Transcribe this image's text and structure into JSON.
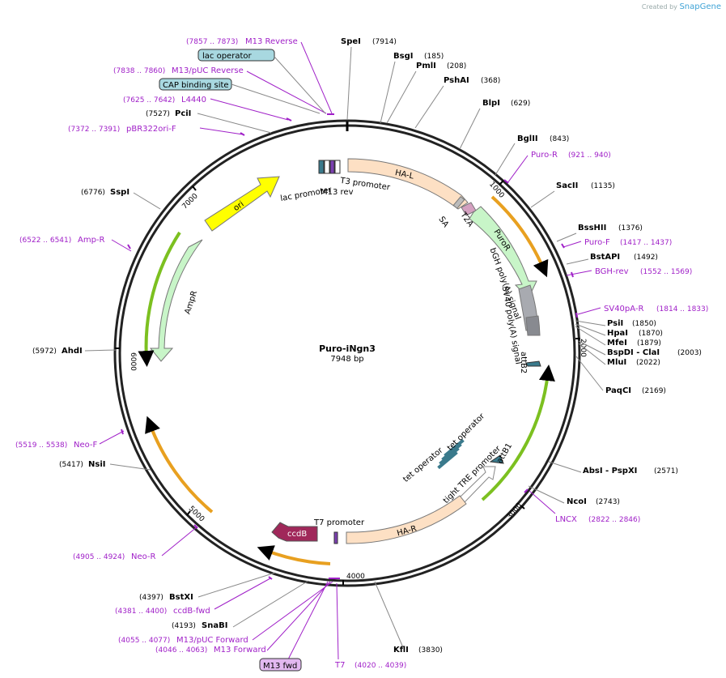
{
  "credit": {
    "prefix": "Created by",
    "brand": "SnapGene"
  },
  "plasmid": {
    "name": "Puro-iNgn3",
    "size_label": "7948 bp"
  },
  "enzymes": [
    {
      "name": "SpeI",
      "pos": "(7914)"
    },
    {
      "name": "BsgI",
      "pos": "(185)"
    },
    {
      "name": "PmlI",
      "pos": "(208)"
    },
    {
      "name": "PshAI",
      "pos": "(368)"
    },
    {
      "name": "BlpI",
      "pos": "(629)"
    },
    {
      "name": "BglII",
      "pos": "(843)"
    },
    {
      "name": "SacII",
      "pos": "(1135)"
    },
    {
      "name": "BssHII",
      "pos": "(1376)"
    },
    {
      "name": "BstAPI",
      "pos": "(1492)"
    },
    {
      "name": "PsiI",
      "pos": "(1850)"
    },
    {
      "name": "HpaI",
      "pos": "(1870)"
    },
    {
      "name": "MfeI",
      "pos": "(1879)"
    },
    {
      "name": "BspDI - ClaI",
      "pos": "(2003)"
    },
    {
      "name": "MluI",
      "pos": "(2022)"
    },
    {
      "name": "PaqCI",
      "pos": "(2169)"
    },
    {
      "name": "AbsI - PspXI",
      "pos": "(2571)"
    },
    {
      "name": "NcoI",
      "pos": "(2743)"
    },
    {
      "name": "KflI",
      "pos": "(3830)"
    },
    {
      "name": "SnaBI",
      "pos": "(4193)"
    },
    {
      "name": "BstXI",
      "pos": "(4397)"
    },
    {
      "name": "NsiI",
      "pos": "(5417)"
    },
    {
      "name": "AhdI",
      "pos": "(5972)"
    },
    {
      "name": "SspI",
      "pos": "(6776)"
    },
    {
      "name": "PciI",
      "pos": "(7527)"
    }
  ],
  "primers": [
    {
      "name": "M13 Reverse",
      "range": "(7857 .. 7873)"
    },
    {
      "name": "M13/pUC Reverse",
      "range": "(7838 .. 7860)"
    },
    {
      "name": "L4440",
      "range": "(7625 .. 7642)"
    },
    {
      "name": "pBR322ori-F",
      "range": "(7372 .. 7391)"
    },
    {
      "name": "Amp-R",
      "range": "(6522 .. 6541)"
    },
    {
      "name": "Neo-F",
      "range": "(5519 .. 5538)"
    },
    {
      "name": "Neo-R",
      "range": "(4905 .. 4924)"
    },
    {
      "name": "ccdB-fwd",
      "range": "(4381 .. 4400)"
    },
    {
      "name": "M13/pUC Forward",
      "range": "(4055 .. 4077)"
    },
    {
      "name": "M13 Forward",
      "range": "(4046 .. 4063)"
    },
    {
      "name": "T7",
      "range": "(4020 .. 4039)"
    },
    {
      "name": "Puro-R",
      "range": "(921 .. 940)"
    },
    {
      "name": "Puro-F",
      "range": "(1417 .. 1437)"
    },
    {
      "name": "BGH-rev",
      "range": "(1552 .. 1569)"
    },
    {
      "name": "SV40pA-R",
      "range": "(1814 .. 1833)"
    },
    {
      "name": "LNCX",
      "range": "(2822 .. 2846)"
    }
  ],
  "boxed_labels": [
    "lac operator",
    "CAP binding site",
    "M13 fwd"
  ],
  "features": [
    "HA-L",
    "SA",
    "T2A",
    "PuroR",
    "bGH poly(A) signal",
    "SV40 poly(A) signal",
    "attB2",
    "tet operator",
    "tet operator",
    "tight TRE promoter",
    "attB1",
    "HA-R",
    "T7 promoter",
    "ccdB",
    "ori",
    "AmpR",
    "lac promoter",
    "M13 rev",
    "T3 promoter"
  ],
  "ticks": [
    "1000",
    "2000",
    "3000",
    "4000",
    "5000",
    "6000",
    "7000"
  ],
  "colors": {
    "primer": "#a020c8",
    "ha_arm": "#fde0c4",
    "puror": "#c8f5c8",
    "ori": "#ffff00",
    "ccdb": "#a0285a",
    "polyA": "#a8aab0",
    "att": "#3a7a8c",
    "orf_highlight": "#e8a020",
    "green_highlight": "#7cc020"
  }
}
